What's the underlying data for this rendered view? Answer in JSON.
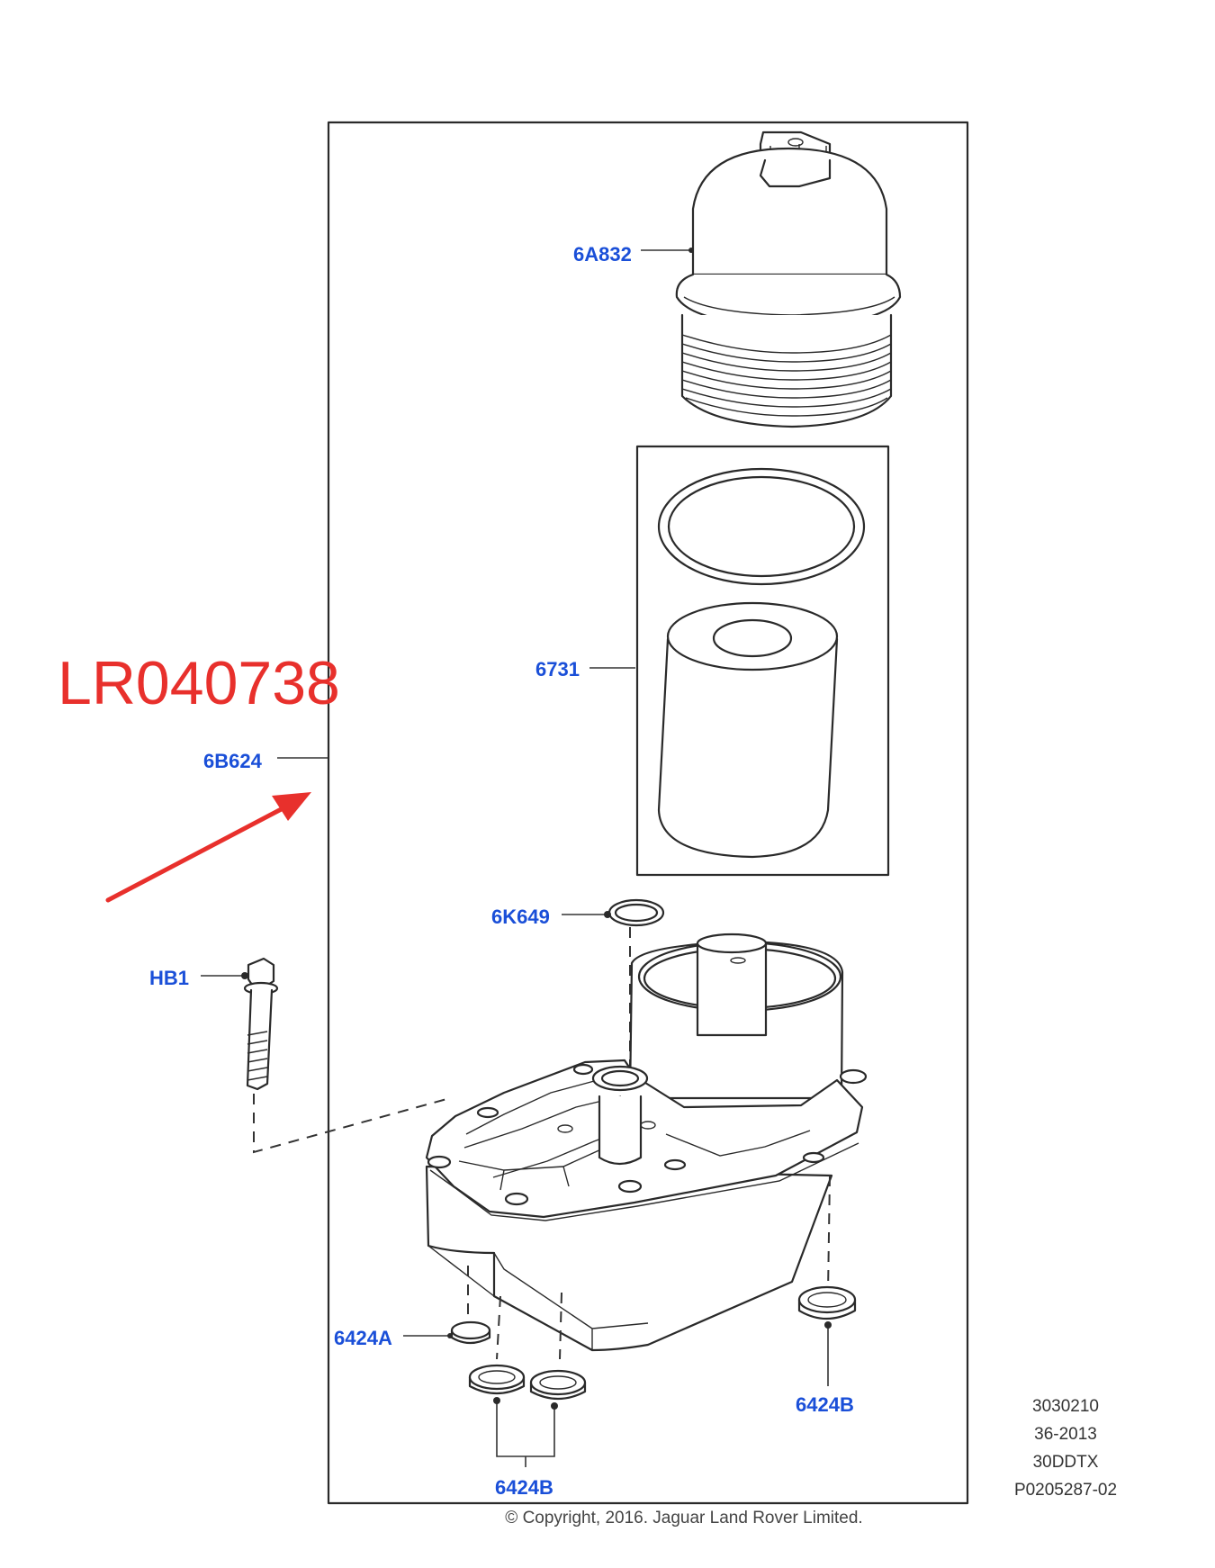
{
  "part_number": "LR040738",
  "colors": {
    "callout": "#1a4fd8",
    "part_number": "#e8302c",
    "arrow": "#e8302c",
    "line_art": "#2a2a2a"
  },
  "callouts": {
    "filter_cap": "6A832",
    "filter_element": "6731",
    "housing_assembly": "6B624",
    "o_ring": "6K649",
    "bolt": "HB1",
    "seal_left": "6424A",
    "seal_right": "6424B",
    "seals_bottom": "6424B"
  },
  "meta": [
    "3030210",
    "36-2013",
    "30DDTX",
    "P0205287-02"
  ],
  "copyright": "© Copyright, 2016. Jaguar Land Rover Limited."
}
